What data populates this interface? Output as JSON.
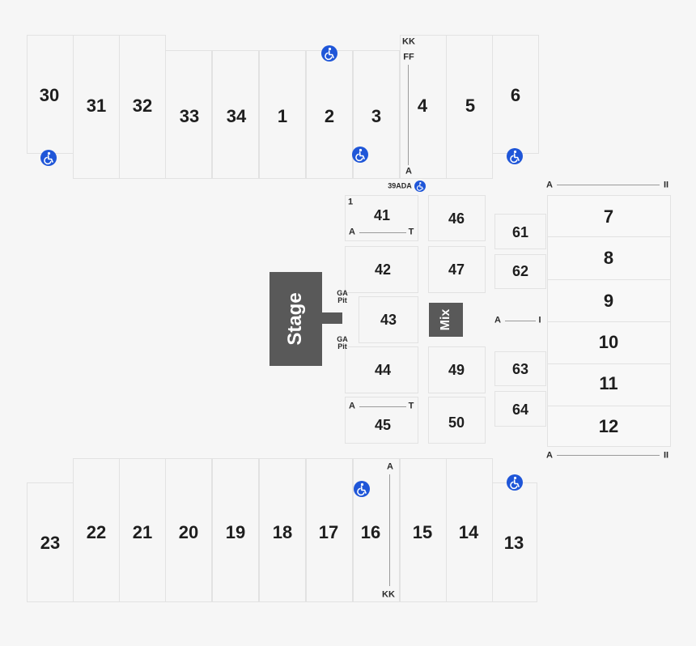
{
  "sections_top": [
    "30",
    "31",
    "32",
    "33",
    "34",
    "1",
    "2",
    "3",
    "4",
    "5",
    "6"
  ],
  "sections_floor_left": [
    "41",
    "42",
    "43",
    "44",
    "45"
  ],
  "sections_floor_mid": [
    "46",
    "47",
    "49",
    "50"
  ],
  "sections_floor_right": [
    "61",
    "62",
    "63",
    "64"
  ],
  "sections_right": [
    "7",
    "8",
    "9",
    "10",
    "11",
    "12"
  ],
  "sections_bottom": [
    "23",
    "22",
    "21",
    "20",
    "19",
    "18",
    "17",
    "16",
    "15",
    "14",
    "13"
  ],
  "stage_label": "Stage",
  "mix_label": "Mix",
  "ga_pit_top": [
    "GA",
    "Pit"
  ],
  "ga_pit_bottom": [
    "GA",
    "Pit"
  ],
  "rows": {
    "kk_top": "KK",
    "ff_top": "FF",
    "a_top": "A",
    "ada_39": "39ADA",
    "right_a1": "A",
    "right_ii1": "II",
    "right_a2": "A",
    "right_ii2": "II",
    "mid_a": "A",
    "mid_i": "I",
    "floor_41_seat": "1",
    "floor_41_a": "A",
    "floor_41_t": "T",
    "floor_45_a": "A",
    "floor_45_t": "T",
    "bottom_a": "A",
    "bottom_kk": "KK"
  },
  "accessibility_icon": "wheelchair-icon",
  "colors": {
    "background": "#f6f6f6",
    "stage": "#595959",
    "accessible": "#1f56d8",
    "label": "#1e1e1e"
  }
}
